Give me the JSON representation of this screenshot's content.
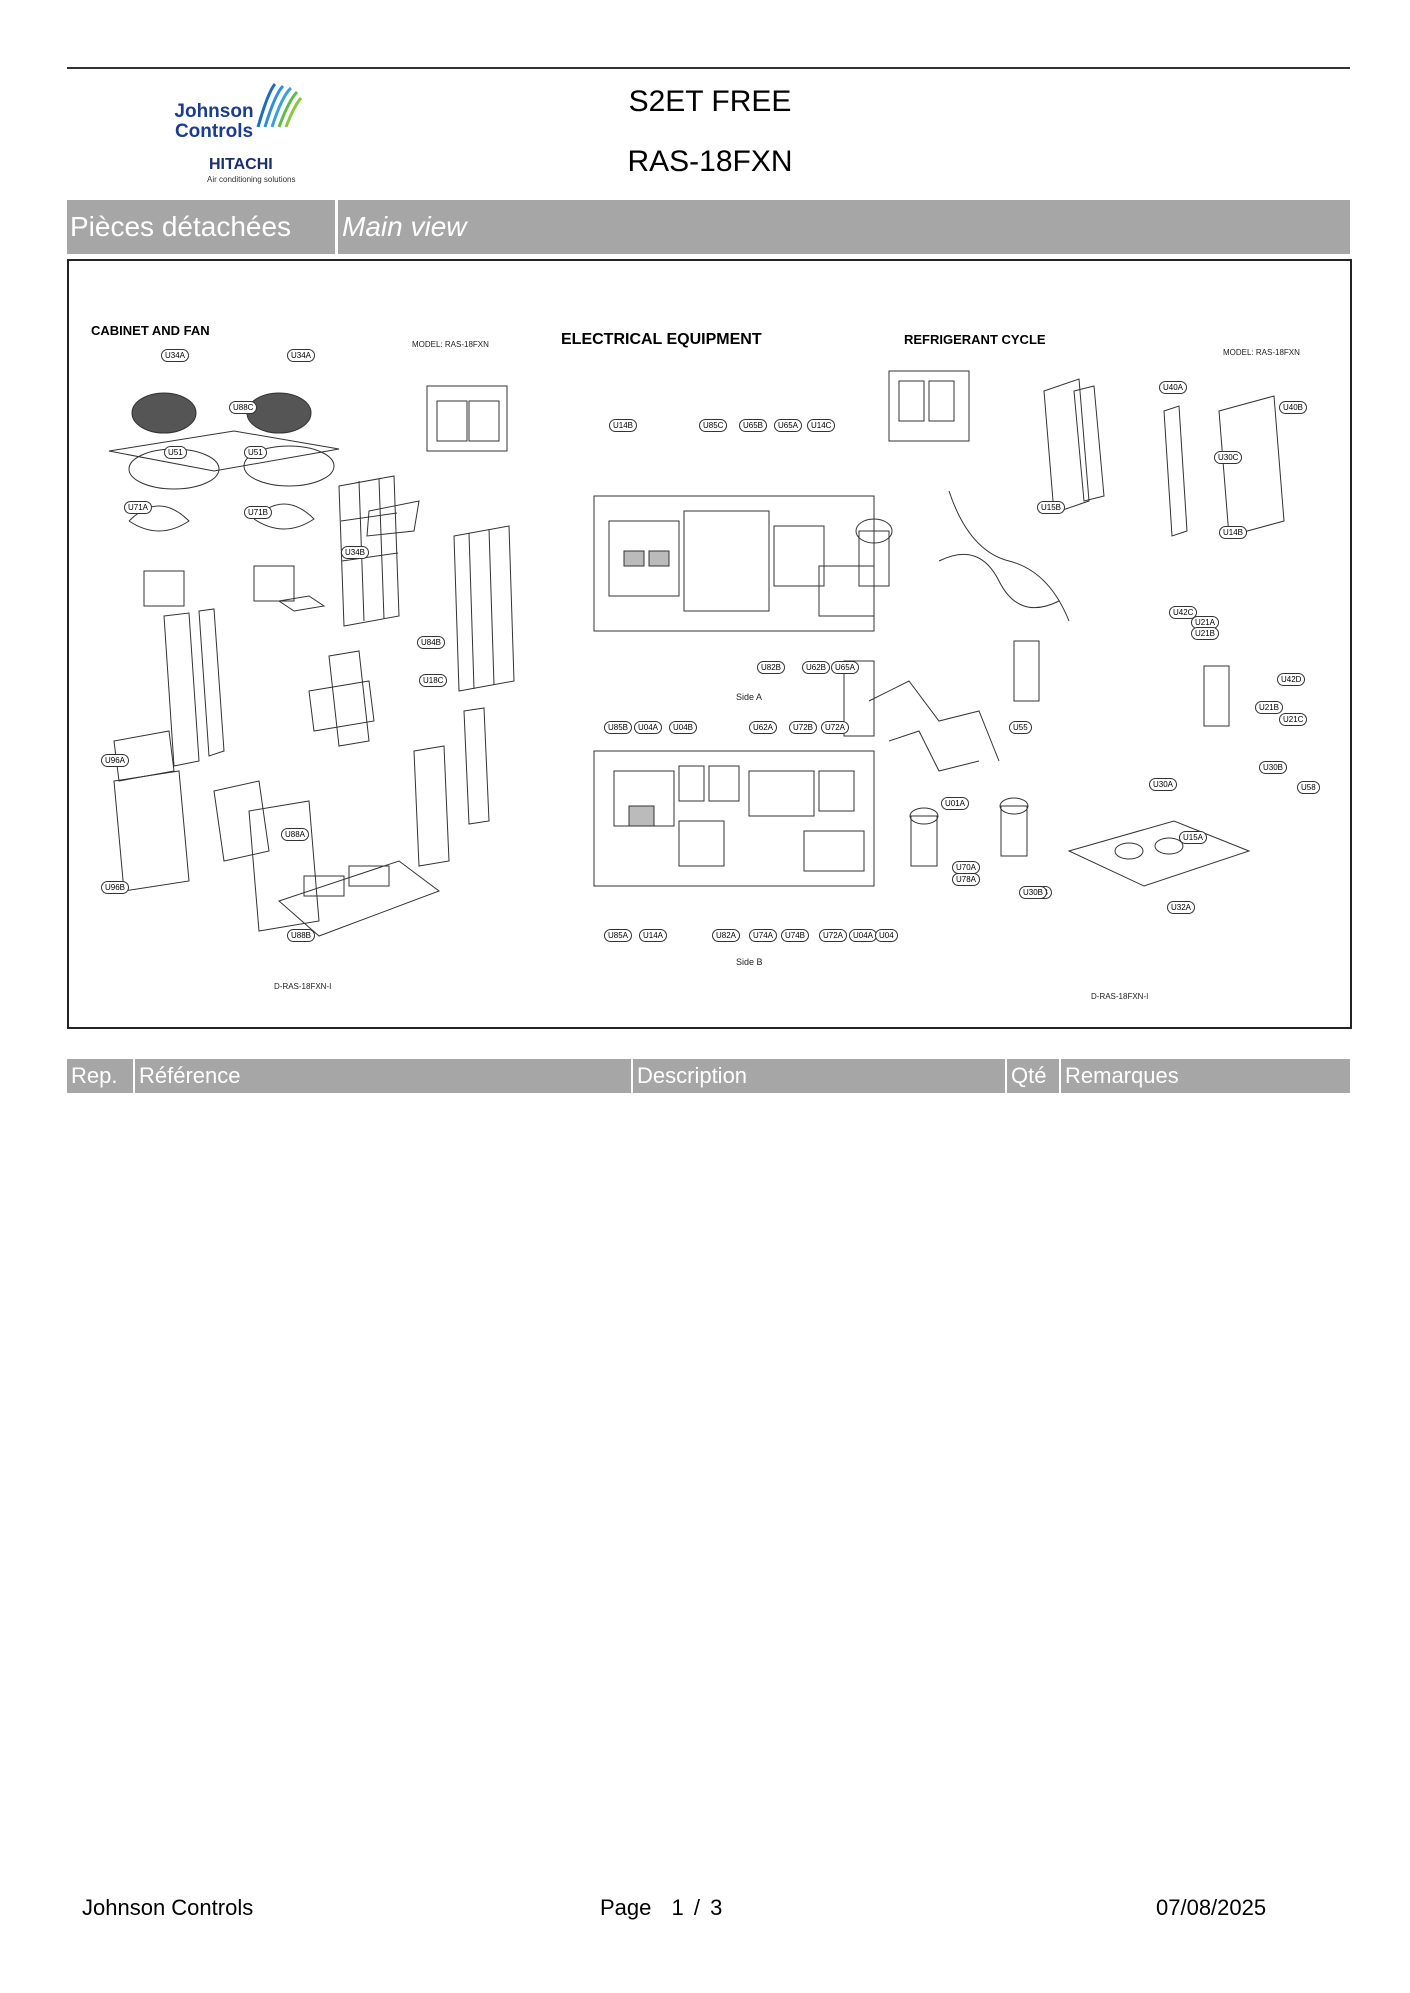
{
  "header": {
    "logo_text_line1": "Johnson",
    "logo_text_line2": "Controls",
    "logo_hitachi": "HITACHI",
    "logo_tagline": "Air conditioning solutions",
    "title_line1": "S2ET FREE",
    "title_line2": "RAS-18FXN"
  },
  "section_bar": {
    "left": "Pièces détachées",
    "right": "Main view"
  },
  "diagram": {
    "cabinet_title": "CABINET AND FAN",
    "electrical_title": "ELECTRICAL EQUIPMENT",
    "refrigerant_title": "REFRIGERANT CYCLE",
    "model_left": "MODEL:   RAS-18FXN",
    "model_right": "MODEL:   RAS-18FXN",
    "side_a": "Side A",
    "side_b": "Side B",
    "drawing_no_left": "D-RAS-18FXN-I",
    "drawing_no_right": "D-RAS-18FXN-I",
    "labels_cabinet": [
      "U34A",
      "U34A",
      "U88C",
      "U88C",
      "U51",
      "U51",
      "U71A",
      "U71B",
      "U34B",
      "U84B",
      "U18C",
      "U96A",
      "U88A",
      "U96B",
      "U88B"
    ],
    "labels_elec_top": [
      "U14B",
      "U85C",
      "U65B",
      "U65A",
      "U14C",
      "U82B",
      "U62B",
      "U65A"
    ],
    "labels_elec_bottom": [
      "U85B",
      "U04A",
      "U04B",
      "U62A",
      "U72B",
      "U72A",
      "U85A",
      "U14A",
      "U82A",
      "U74A",
      "U74B",
      "U72A",
      "U04A",
      "U04"
    ],
    "labels_refrig": [
      "U40A",
      "U40B",
      "U30C",
      "U15B",
      "U14B",
      "U42C",
      "U21A",
      "U21B",
      "U42D",
      "U21B",
      "U21C",
      "U30B",
      "U58",
      "U30A",
      "U15A",
      "U32A",
      "U32B",
      "U70A",
      "U78A",
      "U30B",
      "U01A",
      "U55"
    ]
  },
  "table": {
    "columns": [
      "Rep.",
      "Référence",
      "Description",
      "Qté",
      "Remarques"
    ]
  },
  "footer": {
    "company": "Johnson Controls",
    "page_label": "Page",
    "page_current": "1",
    "page_sep": "/",
    "page_total": "3",
    "date": "07/08/2025"
  }
}
